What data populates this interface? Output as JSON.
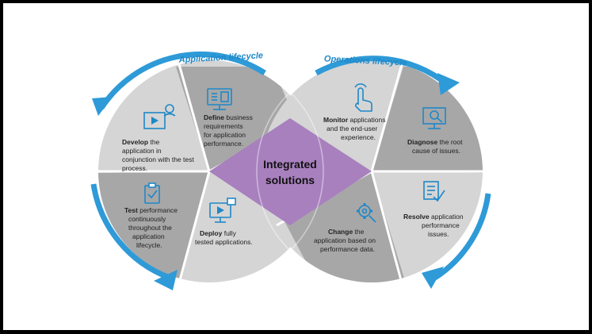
{
  "left_cycle": {
    "title": "Application lifecycle",
    "segments": [
      {
        "key": "define",
        "bold": "Define",
        "lines": [
          "business",
          "requirements",
          "for application",
          "performance."
        ],
        "first_line_rest": "business"
      },
      {
        "key": "develop",
        "bold": "Develop",
        "lines": [
          "the",
          "application in",
          "conjunction with the test",
          "process."
        ]
      },
      {
        "key": "test",
        "bold": "Test",
        "lines": [
          "performance",
          "continuously",
          "throughout the",
          "application",
          "lifecycle."
        ]
      },
      {
        "key": "deploy",
        "bold": "Deploy",
        "lines": [
          "fully",
          "tested applications."
        ]
      }
    ]
  },
  "right_cycle": {
    "title": "Operations lifecycle",
    "segments": [
      {
        "key": "monitor",
        "bold": "Monitor",
        "lines": [
          "applications",
          "and the end-user",
          "experience."
        ]
      },
      {
        "key": "diagnose",
        "bold": "Diagnose",
        "lines": [
          "the root",
          "cause of issues."
        ]
      },
      {
        "key": "resolve",
        "bold": "Resolve",
        "lines": [
          "application",
          "performance",
          "issues."
        ]
      },
      {
        "key": "change",
        "bold": "Change",
        "lines": [
          "the",
          "application based on",
          "performance data."
        ]
      }
    ]
  },
  "center": {
    "line1": "Integrated",
    "line2": "solutions"
  },
  "colors": {
    "arrow_blue": "#2E9AD7",
    "title_blue": "#1E88C8",
    "dark_gray": "#A7A7A7",
    "light_gray": "#D5D5D5",
    "center_purple": "#A880BE",
    "icon_blue": "#1E88C8"
  },
  "icons": [
    "display-icon",
    "video-chat-icon",
    "clipboard-check-icon",
    "monitor-play-icon",
    "pointer-hand-icon",
    "magnify-monitor-icon",
    "checklist-icon",
    "gear-wrench-icon"
  ]
}
